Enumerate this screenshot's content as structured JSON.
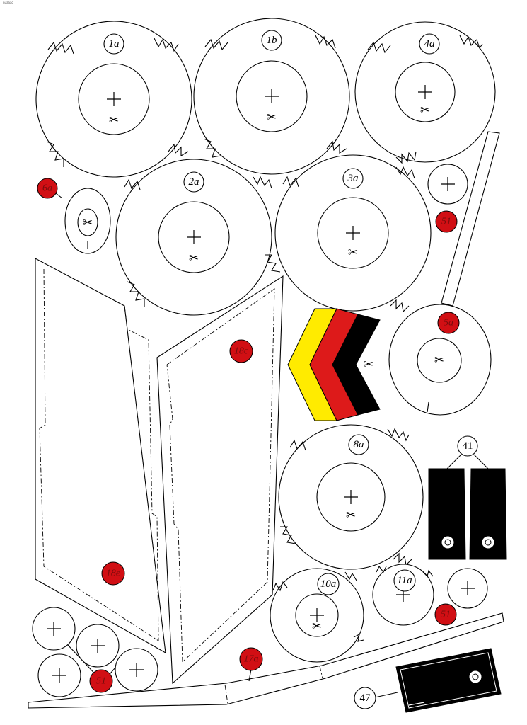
{
  "corner_text": "nuaaag",
  "wheels": [
    {
      "label": "1a"
    },
    {
      "label": "1b"
    },
    {
      "label": "4a"
    },
    {
      "label": "2a"
    },
    {
      "label": "3a"
    },
    {
      "label": "8a"
    },
    {
      "label": "10a"
    },
    {
      "label": "11a"
    }
  ],
  "parts": {
    "p6a": "6a",
    "p5a": "5a",
    "p18c": "18c",
    "p18e": "18e",
    "p17a": "17a",
    "p51_top": "51",
    "p51_mid": "51",
    "p51_bottom": "51",
    "p41": "41",
    "p47": "47"
  },
  "glyphs": {
    "scissors": "✂",
    "cross": "+"
  },
  "colors": {
    "red_marker": "#d10f14",
    "flag_black": "#000000",
    "flag_red": "#dd1a1a",
    "flag_yellow": "#ffeb00"
  }
}
